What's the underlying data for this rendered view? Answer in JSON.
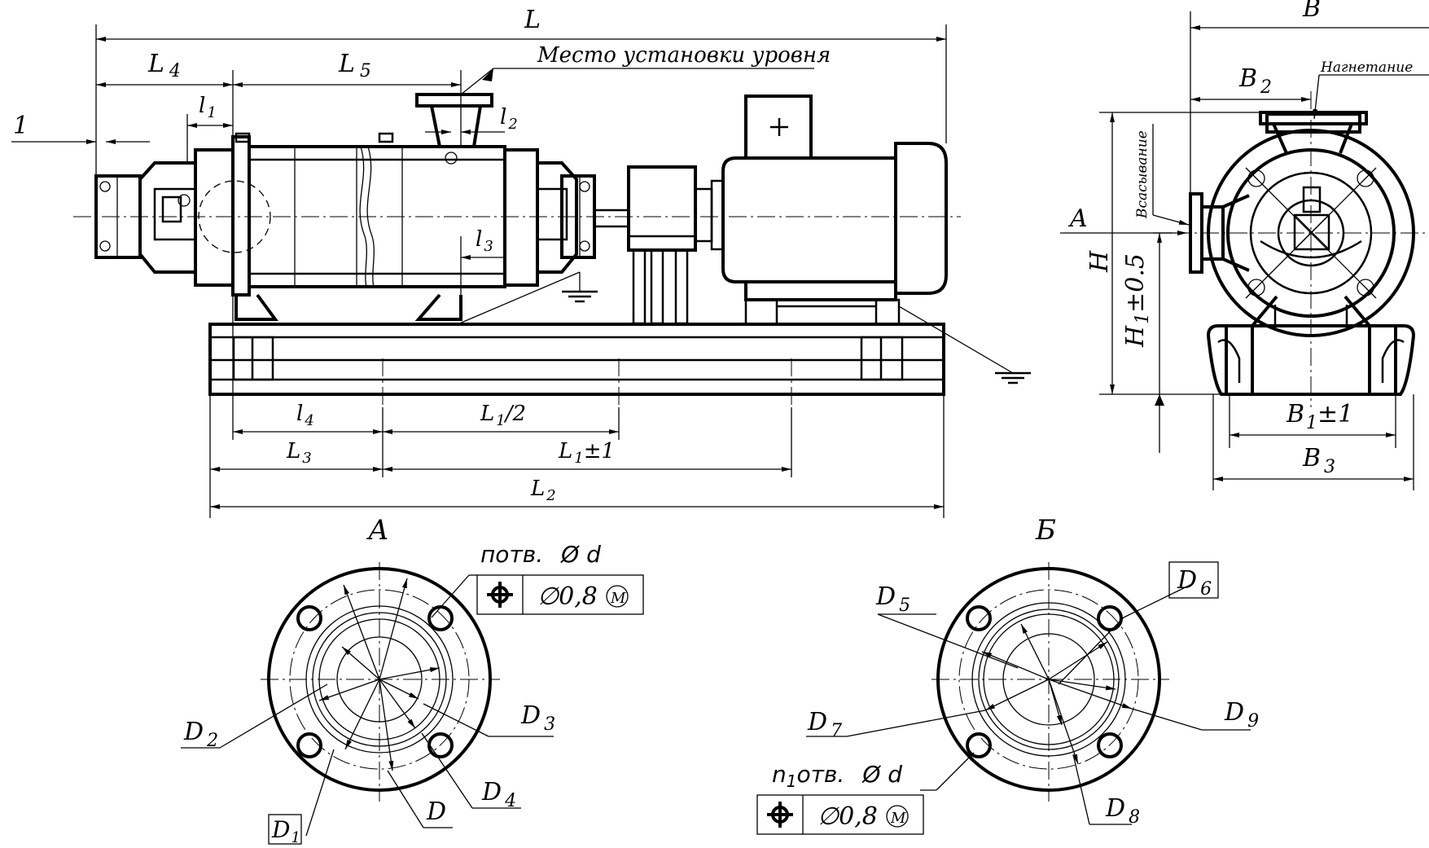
{
  "front_view": {
    "dims": {
      "L": "L",
      "L4": "L",
      "L4_sub": "4",
      "L5": "L",
      "L5_sub": "5",
      "l1": "l",
      "l1_sub": "1",
      "l2": "l",
      "l2_sub": "2",
      "l3": "l",
      "l3_sub": "3",
      "l4": "l",
      "l4_sub": "4",
      "L3": "L",
      "L3_sub": "3",
      "L1half": "L",
      "L1half_sub": "1",
      "L1half_suffix": "/2",
      "L1tol": "L",
      "L1tol_sub": "1",
      "L1tol_suffix": "±1",
      "L2": "L",
      "L2_sub": "2",
      "marker_one": "1"
    },
    "level_note": "Место установки уровня"
  },
  "side_view": {
    "dims": {
      "B": "B",
      "B2": "B",
      "B2_sub": "2",
      "B1": "B",
      "B1_sub": "1",
      "B1_suffix": "±1",
      "B3": "B",
      "B3_sub": "3",
      "H": "H",
      "H1": "H",
      "H1_sub": "1",
      "H1_suffix": "±0.5",
      "view_arrow": "A"
    },
    "discharge_label": "Нагнетание",
    "suction_label": "Всасывание"
  },
  "flange_a": {
    "title": "А",
    "holes_note": "потв.",
    "hole_dia": "Ø d",
    "tolerance_value": "∅0,8",
    "tolerance_modifier": "M",
    "dims": {
      "D": "D",
      "D1": "D",
      "D1_sub": "1",
      "D2": "D",
      "D2_sub": "2",
      "D3": "D",
      "D3_sub": "3",
      "D4": "D",
      "D4_sub": "4"
    }
  },
  "flange_b": {
    "title": "Б",
    "holes_note_prefix": "n",
    "holes_note_sub": "1",
    "holes_note": "отв.",
    "hole_dia": "Ø d",
    "tolerance_value": "∅0,8",
    "tolerance_modifier": "M",
    "dims": {
      "D5": "D",
      "D5_sub": "5",
      "D6": "D",
      "D6_sub": "6",
      "D7": "D",
      "D7_sub": "7",
      "D8": "D",
      "D8_sub": "8",
      "D9": "D",
      "D9_sub": "9"
    }
  }
}
